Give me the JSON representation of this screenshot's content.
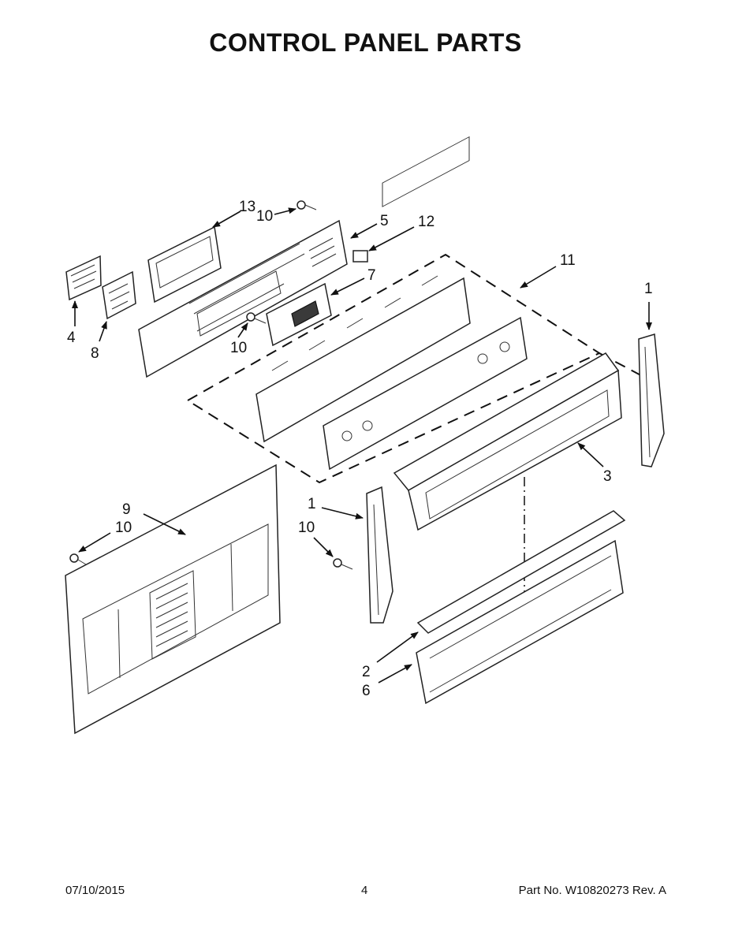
{
  "title": "CONTROL PANEL PARTS",
  "callouts": [
    "13",
    "10",
    "5",
    "12",
    "11",
    "7",
    "4",
    "8",
    "10",
    "1",
    "3",
    "9",
    "10",
    "1",
    "10",
    "2",
    "6"
  ],
  "footer": {
    "date": "07/10/2015",
    "page": "4",
    "part_number": "Part No.  W10820273  Rev.  A"
  }
}
